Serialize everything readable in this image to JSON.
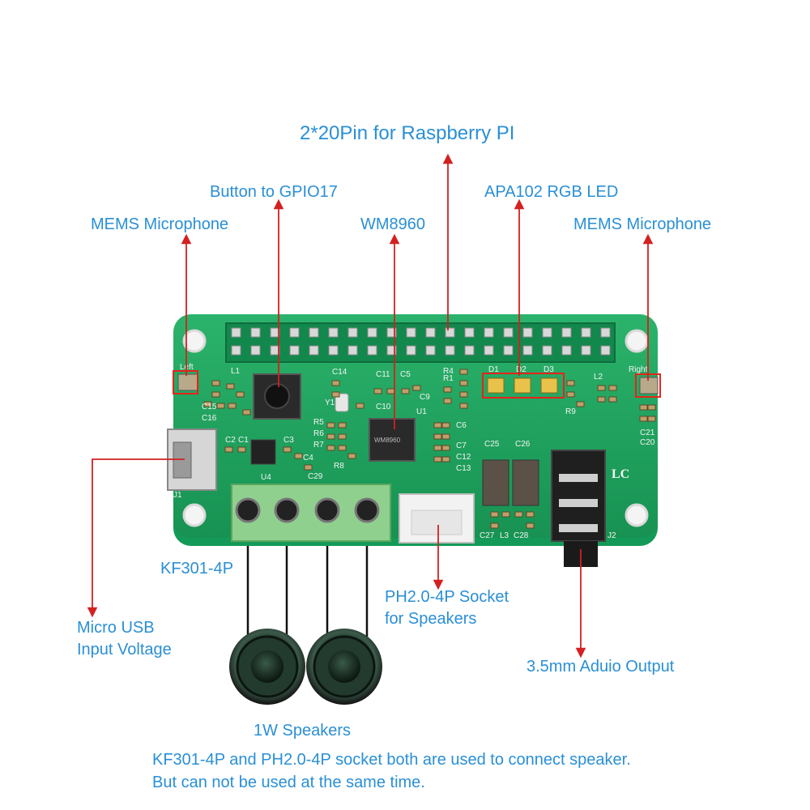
{
  "labels": {
    "header_pins": "2*20Pin for Raspberry PI",
    "button": "Button to GPIO17",
    "rgb_led": "APA102 RGB LED",
    "mic_left": "MEMS Microphone",
    "codec": "WM8960",
    "mic_right": "MEMS Microphone",
    "kf301": "KF301-4P",
    "usb_line1": "Micro USB",
    "usb_line2": "Input Voltage",
    "ph20_line1": "PH2.0-4P Socket",
    "ph20_line2": "for Speakers",
    "audio_out": "3.5mm Aduio Output",
    "speakers": "1W Speakers"
  },
  "note": {
    "line1": "KF301-4P and PH2.0-4P socket both are used to connect speaker.",
    "line2": "But can not be used at the same time."
  },
  "board_text": {
    "left": "Left",
    "right": "Right",
    "lc": "LC",
    "chip": "WM8960",
    "u1": "U1",
    "u4": "U4",
    "j1": "J1",
    "j2": "J2",
    "y1": "Y1",
    "d1": "D1",
    "d2": "D2",
    "d3": "D3",
    "c25": "C25",
    "c26": "C26",
    "c27": "C27",
    "c28": "C28",
    "l3": "L3",
    "c29": "C29",
    "r5": "R5",
    "r6": "R6",
    "r7": "R7",
    "r8": "R8",
    "r9": "R9",
    "c14": "C14",
    "c11": "C11",
    "c5": "C5",
    "c10": "C10",
    "c9": "C9",
    "c2": "C2",
    "c1": "C1",
    "c3": "C3",
    "c4": "C4",
    "l1": "L1",
    "l2": "L2",
    "r1": "R1",
    "r4": "R4",
    "c6": "C6",
    "c7": "C7",
    "c12": "C12",
    "c13": "C13",
    "c15": "C15",
    "c16": "C16",
    "c20": "C20",
    "c21": "C21"
  },
  "colors": {
    "label": "#2a8fd6",
    "arrow": "#d42020",
    "pcb": "#1fa05e",
    "terminal": "#8fd08f",
    "highlight": "#e8221b"
  }
}
